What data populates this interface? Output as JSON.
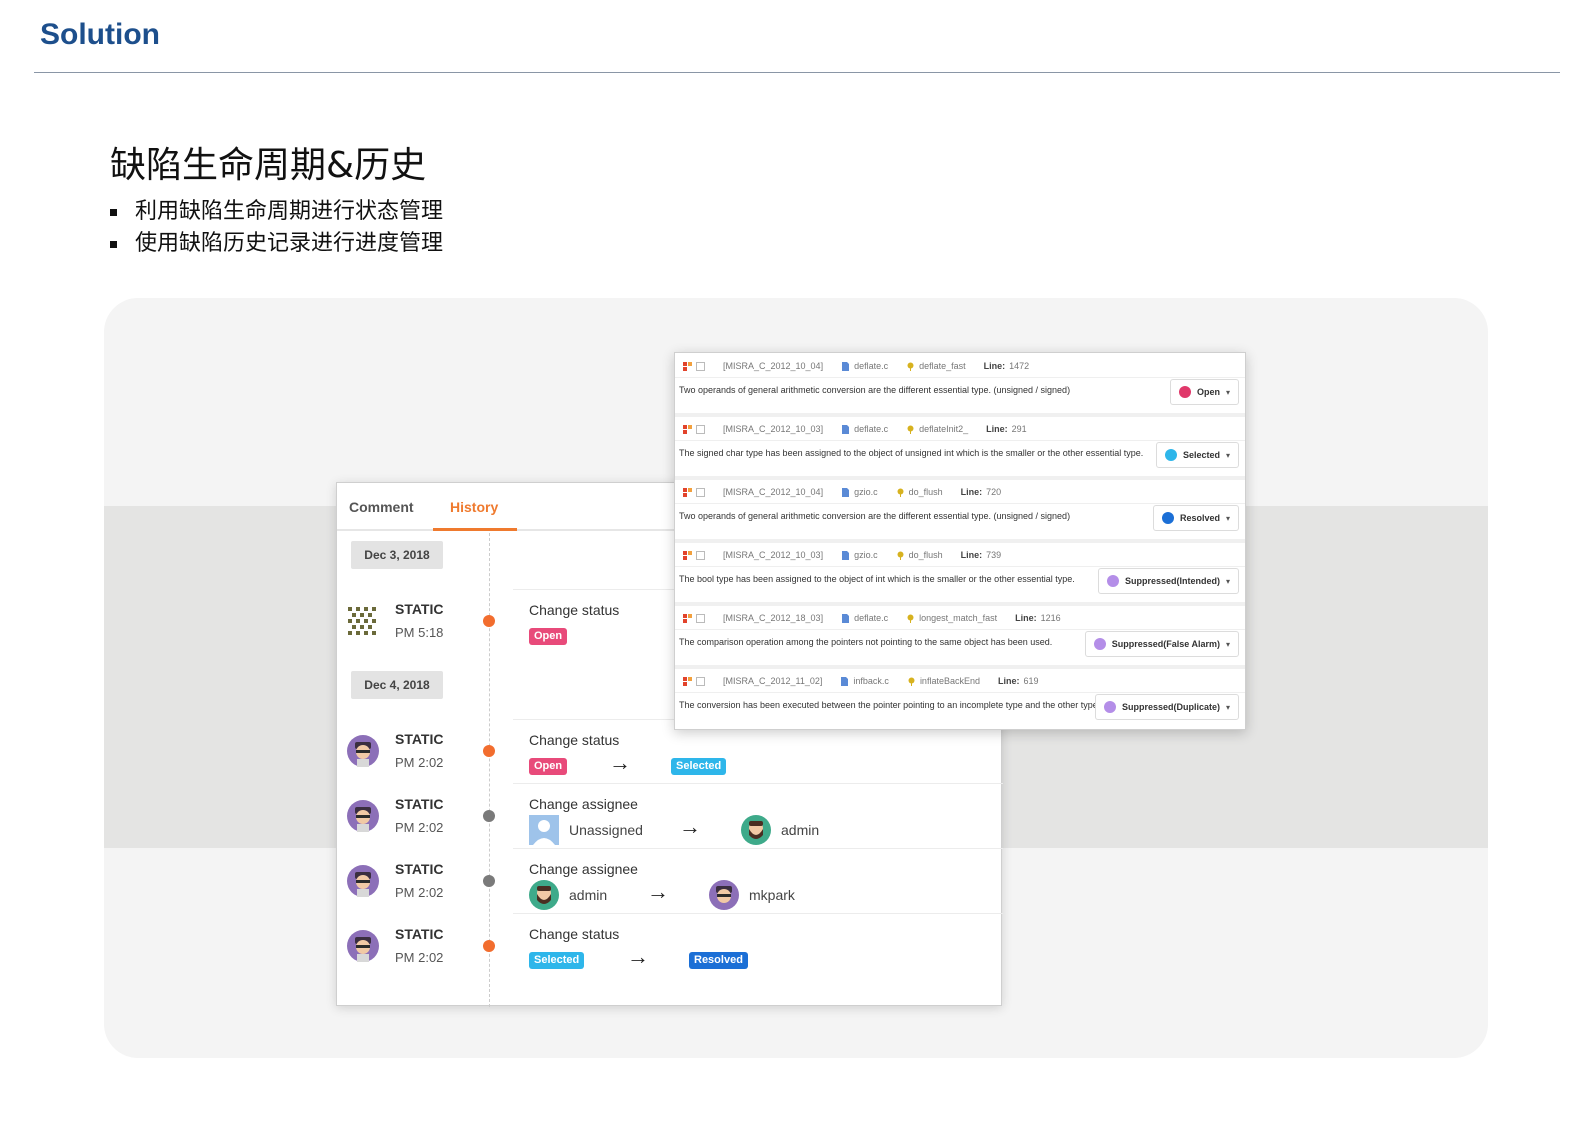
{
  "header": {
    "title": "Solution"
  },
  "section": {
    "title": "缺陷生命周期&历史",
    "bullets": [
      "利用缺陷生命周期进行状态管理",
      "使用缺陷历史记录进行进度管理"
    ]
  },
  "history_panel": {
    "tabs": [
      {
        "label": "Comment",
        "active": false
      },
      {
        "label": "History",
        "active": true
      }
    ],
    "dates": [
      "Dec 3, 2018",
      "Dec 4, 2018"
    ],
    "entries": [
      {
        "user": "STATIC",
        "time": "PM 5:18",
        "avatar": "grid-avatar-icon",
        "dot": "orange",
        "title": "Change status",
        "from": "Open",
        "from_type": "status",
        "to": "",
        "to_type": ""
      },
      {
        "user": "STATIC",
        "time": "PM 2:02",
        "avatar": "user-avatar-icon",
        "dot": "orange",
        "title": "Change status",
        "from": "Open",
        "from_type": "status",
        "to": "Selected",
        "to_type": "status"
      },
      {
        "user": "STATIC",
        "time": "PM 2:02",
        "avatar": "user-avatar-icon",
        "dot": "gray",
        "title": "Change assignee",
        "from": "Unassigned",
        "from_type": "person",
        "to": "admin",
        "to_type": "person"
      },
      {
        "user": "STATIC",
        "time": "PM 2:02",
        "avatar": "user-avatar-icon",
        "dot": "gray",
        "title": "Change assignee",
        "from": "admin",
        "from_type": "person",
        "to": "mkpark",
        "to_type": "person"
      },
      {
        "user": "STATIC",
        "time": "PM 2:02",
        "avatar": "user-avatar-icon",
        "dot": "orange",
        "title": "Change status",
        "from": "Selected",
        "from_type": "status",
        "to": "Resolved",
        "to_type": "status"
      }
    ],
    "arrow": "→"
  },
  "issues_panel": {
    "line_label": "Line:",
    "items": [
      {
        "rule": "[MISRA_C_2012_10_04]",
        "file": "deflate.c",
        "func": "deflate_fast",
        "line": "1472",
        "desc": "Two operands of general arithmetic conversion are the different essential type. (unsigned / signed)",
        "status": "Open",
        "status_color": "#e0386a"
      },
      {
        "rule": "[MISRA_C_2012_10_03]",
        "file": "deflate.c",
        "func": "deflateInit2_",
        "line": "291",
        "desc": "The signed char type has been assigned to the object of unsigned int which is the smaller or the other essential type.",
        "status": "Selected",
        "status_color": "#2eb6ea"
      },
      {
        "rule": "[MISRA_C_2012_10_04]",
        "file": "gzio.c",
        "func": "do_flush",
        "line": "720",
        "desc": "Two operands of general arithmetic conversion are the different essential type. (unsigned / signed)",
        "status": "Resolved",
        "status_color": "#1b6fd6"
      },
      {
        "rule": "[MISRA_C_2012_10_03]",
        "file": "gzio.c",
        "func": "do_flush",
        "line": "739",
        "desc": "The bool type has been assigned to the object of int which is the smaller or the other essential type.",
        "status": "Suppressed(Intended)",
        "status_color": "#b48ee8"
      },
      {
        "rule": "[MISRA_C_2012_18_03]",
        "file": "deflate.c",
        "func": "longest_match_fast",
        "line": "1216",
        "desc": "The comparison operation among the pointers not pointing to the same object has been used.",
        "status": "Suppressed(False Alarm)",
        "status_color": "#b48ee8"
      },
      {
        "rule": "[MISRA_C_2012_11_02]",
        "file": "infback.c",
        "func": "inflateBackEnd",
        "line": "619",
        "desc": "The conversion has been executed between the pointer pointing to an incomplete type and the other types.",
        "status": "Suppressed(Duplicate)",
        "status_color": "#b48ee8"
      }
    ]
  },
  "colors": {
    "brand": "#1d4f8c",
    "accent": "#ef7a2e",
    "open": "#e84a7a",
    "selected": "#2eb6ea",
    "resolved": "#1b6fd6"
  }
}
